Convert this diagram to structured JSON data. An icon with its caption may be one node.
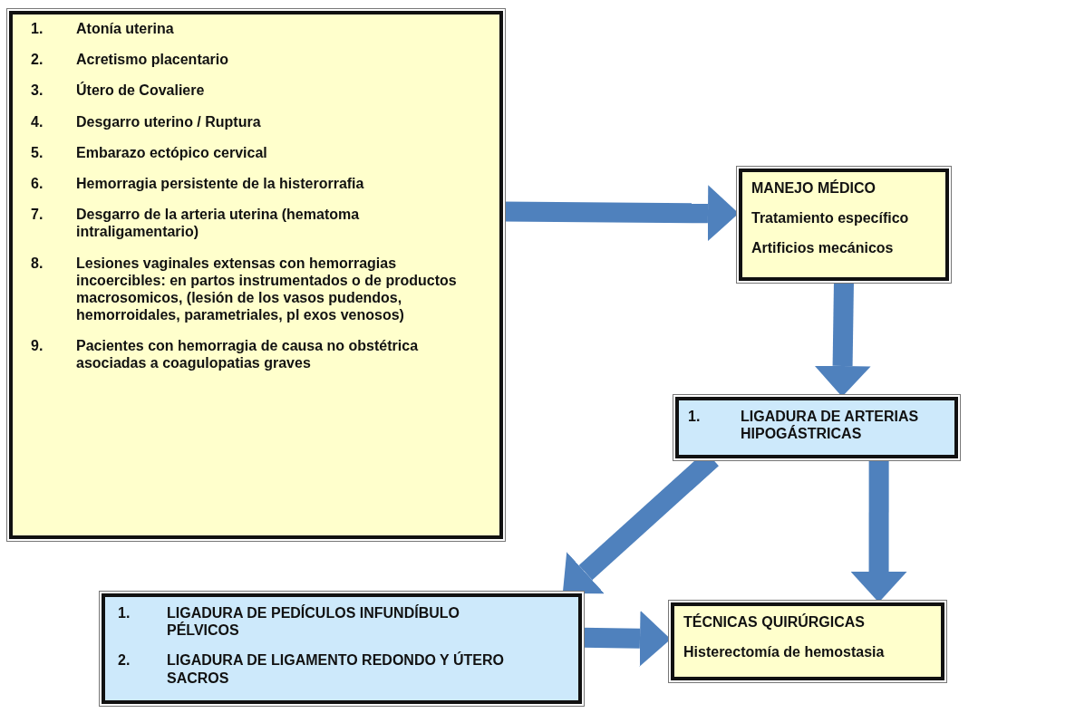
{
  "diagram": {
    "nodes": [
      {
        "text": [
          "1. Atonía uterina",
          "2. Acretismo placentario",
          "3. Útero de Covaliere",
          "4. Desgarro uterino / Ruptura",
          "5. Embarazo ectópico cervical",
          "6. Hemorragia persistente de la histerorrafia",
          "7. Desgarro de la arteria uterina (hematoma intraligamentario)",
          "8. Lesiones vaginales extensas con hemorragias incoercibles: en partos instrumentados o de productos macrosomicos, (lesión de los vasos pudendos, hemorroidales, parametriales, pl exos venosos)",
          "9. Pacientes con hemorragia de causa no obstétrica asociadas a coagulopatias graves"
        ]
      },
      {
        "text": [
          "MANEJO MÉDICO",
          "Tratamiento específico",
          "Artificios mecánicos"
        ]
      },
      {
        "text": [
          "1. LIGADURA DE ARTERIAS HIPOGÁSTRICAS"
        ]
      },
      {
        "text": [
          "1. LIGADURA DE PEDÍCULOS INFUNDÍBULO PÉLVICOS",
          "2. LIGADURA DE LIGAMENTO REDONDO Y ÚTERO SACROS"
        ]
      },
      {
        "text": [
          "TÉCNICAS QUIRÚRGICAS",
          "Histerectomía de hemostasia"
        ]
      }
    ],
    "edges": [
      {
        "from": 0,
        "to": 1,
        "arrow": "to"
      },
      {
        "from": 1,
        "to": 2,
        "arrow": "to"
      },
      {
        "from": 2,
        "to": 3,
        "arrow": "to"
      },
      {
        "from": 2,
        "to": 4,
        "arrow": "to"
      },
      {
        "from": 3,
        "to": 4,
        "arrow": "to"
      }
    ]
  }
}
